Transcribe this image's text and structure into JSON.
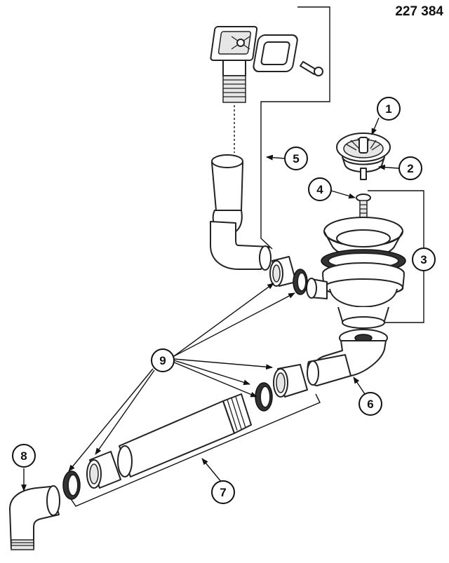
{
  "part_number": "227 384",
  "callouts": [
    "1",
    "2",
    "3",
    "4",
    "5",
    "6",
    "7",
    "8",
    "9"
  ]
}
